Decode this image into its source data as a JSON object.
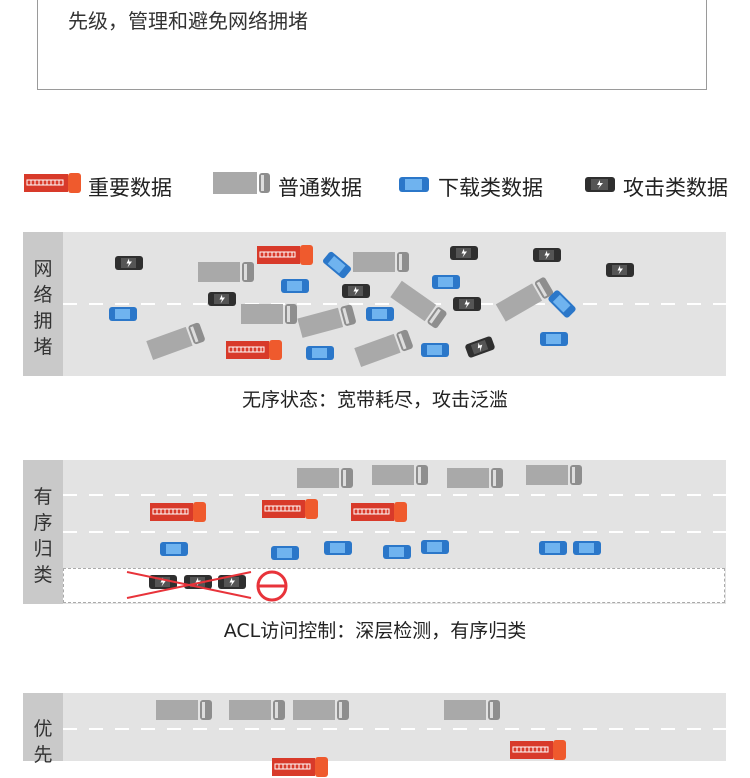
{
  "header": {
    "text": "先级，管理和避免网络拥堵"
  },
  "legend": {
    "items": [
      {
        "kind": "red",
        "label": "重要数据"
      },
      {
        "kind": "gray",
        "label": "普通数据"
      },
      {
        "kind": "blue",
        "label": "下载类数据"
      },
      {
        "kind": "black",
        "label": "攻击类数据"
      }
    ]
  },
  "panels": {
    "congestion": {
      "side_label": "网\n络\n拥\n堵",
      "caption": "无序状态：宽带耗尽，攻击泛滥"
    },
    "acl": {
      "side_label": "有\n序\n归\n类",
      "caption": "ACL访问控制：深层检测，有序归类"
    },
    "priority": {
      "side_label": "优\n先"
    }
  },
  "colors": {
    "red": "#d83a2a",
    "gray": "#a9a9a9",
    "blue": "#2b77c9",
    "black": "#2f2f2f",
    "road": "#e3e3e3",
    "side": "#c9c9c9",
    "block": "#e8333a"
  },
  "icons": {
    "block": "no-entry-icon",
    "cross": "cross-out-icon"
  }
}
